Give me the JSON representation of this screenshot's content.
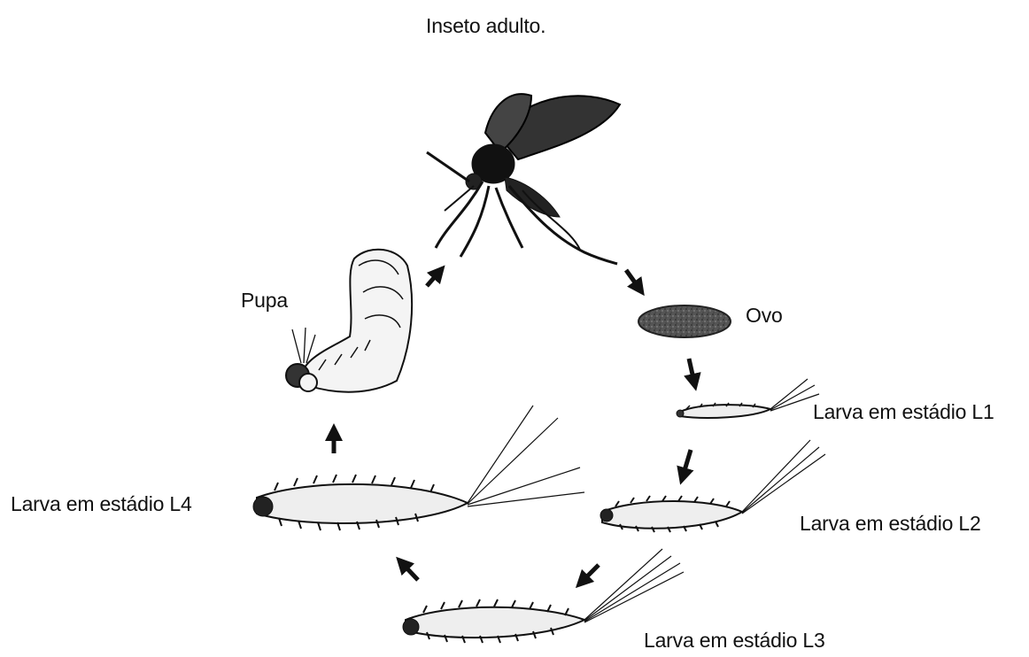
{
  "diagram": {
    "title": "Inseto adulto.",
    "stages": {
      "egg": "Ovo",
      "l1": "Larva em estádio L1",
      "l2": "Larva em estádio L2",
      "l3": "Larva em estádio L3",
      "l4": "Larva em estádio L4",
      "pupa": "Pupa"
    }
  }
}
